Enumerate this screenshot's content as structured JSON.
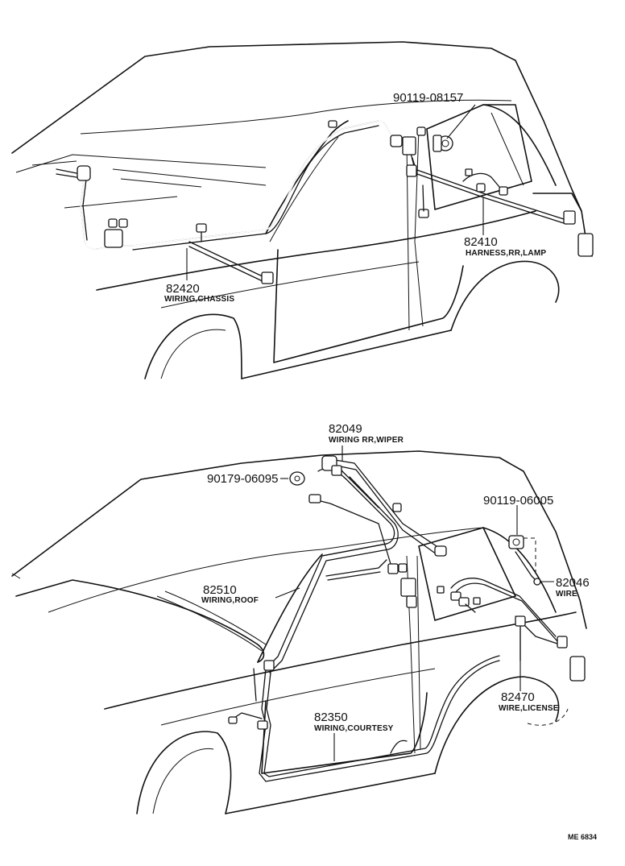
{
  "diagram": {
    "top": {
      "callouts": [
        {
          "number": "90119-08157",
          "label": ""
        },
        {
          "number": "82410",
          "label": "HARNESS,RR,LAMP"
        },
        {
          "number": "82420",
          "label": "WIRING,CHASSIS"
        }
      ]
    },
    "bottom": {
      "callouts": [
        {
          "number": "82049",
          "label": "WIRING RR,WIPER"
        },
        {
          "number": "90179-06095",
          "label": ""
        },
        {
          "number": "90119-06005",
          "label": ""
        },
        {
          "number": "82510",
          "label": "WIRING,ROOF"
        },
        {
          "number": "82046",
          "label": "WIRE"
        },
        {
          "number": "82470",
          "label": "WIRE,LICENSE"
        },
        {
          "number": "82350",
          "label": "WIRING,COURTESY"
        }
      ]
    },
    "reference_code": "ME 6834"
  }
}
